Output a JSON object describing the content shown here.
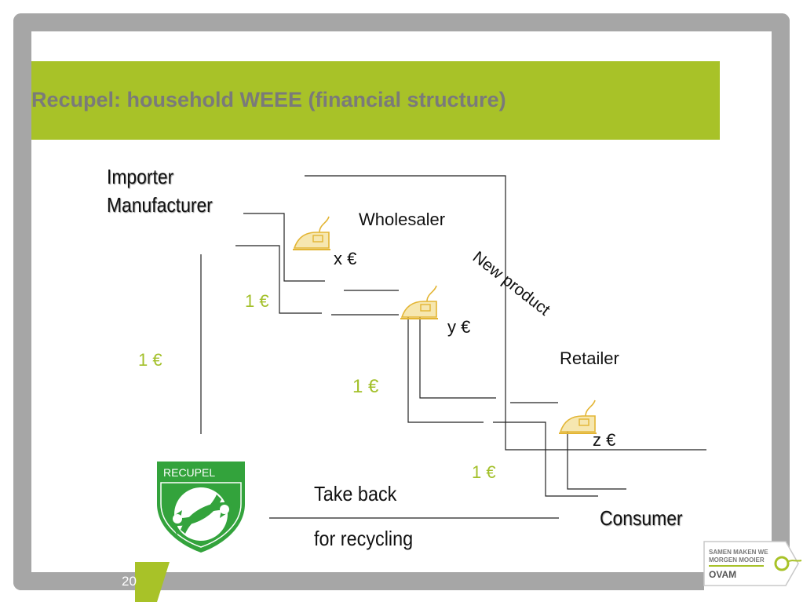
{
  "slide": {
    "title": "Recupel: household WEEE (financial structure)",
    "page_number": "20",
    "colors": {
      "accent_green": "#a8c228",
      "frame_grey": "#a6a6a6",
      "recupel_green": "#33a33c",
      "iron_gold": "#e3b534"
    }
  },
  "diagram": {
    "importer": "Importer",
    "manufacturer": "Manufacturer",
    "wholesaler": "Wholesaler",
    "retailer": "Retailer",
    "consumer": "Consumer",
    "new_product": "New product",
    "price_wholesaler": "x €",
    "price_retailer": "y €",
    "price_consumer": "z €",
    "fee_left": "1 €",
    "fee_wholesaler": "1 €",
    "fee_retailer": "1 €",
    "fee_consumer": "1 €",
    "take_back": "Take back",
    "for_recycling": "for recycling",
    "recupel_logo_text": "RECUPEL",
    "iron_icon": "iron-icon"
  },
  "footer_logo": {
    "line1": "SAMEN MAKEN WE",
    "line2": "MORGEN MOOIER",
    "brand": "OVAM"
  }
}
